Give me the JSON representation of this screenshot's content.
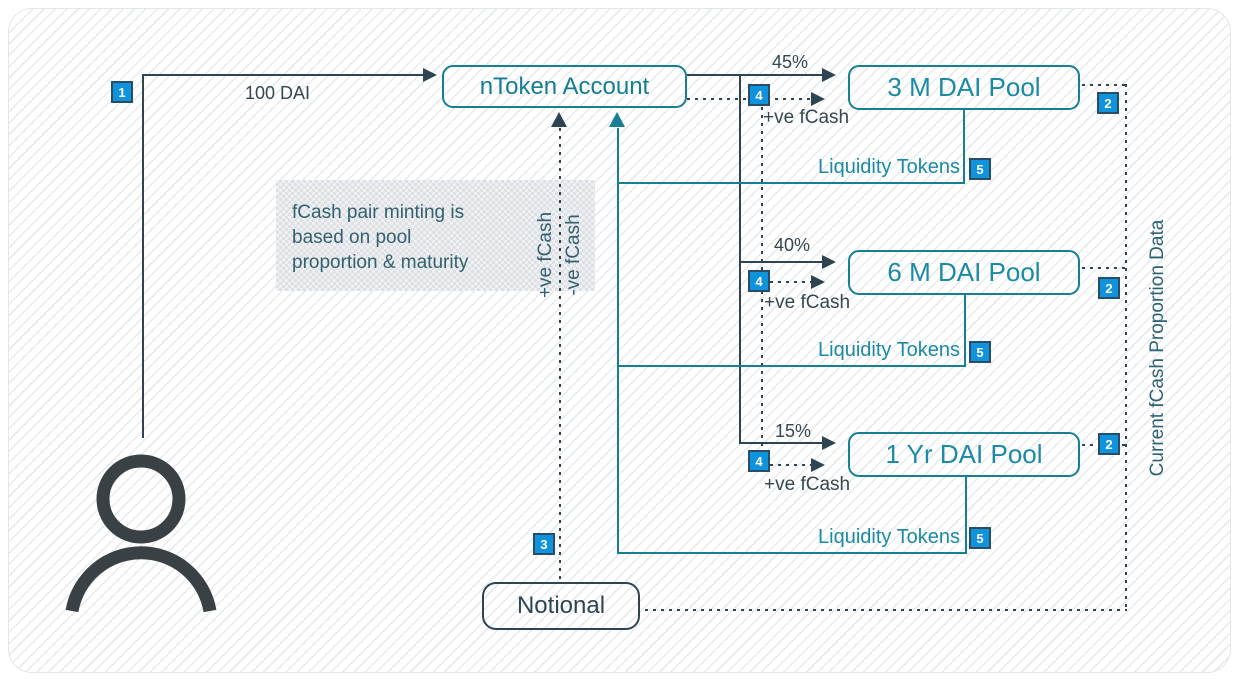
{
  "diagram": {
    "actor": {
      "badge": "1",
      "deposit_label": "100 DAI"
    },
    "ntoken": {
      "label": "nToken Account"
    },
    "notional": {
      "label": "Notional",
      "badge": "3"
    },
    "note": {
      "text": "fCash pair minting is\nbased on pool\nproportion & maturity"
    },
    "mint_flows": {
      "positive": "+ve fCash",
      "negative": "-ve fCash"
    },
    "right_axis_label": "Current fCash Proportion Data",
    "pools": [
      {
        "name": "3 M DAI Pool",
        "percent": "45%",
        "fcash_label": "+ve fCash",
        "liquidity_label": "Liquidity Tokens",
        "mint_badge": "4",
        "liquidity_badge": "5",
        "data_badge": "2"
      },
      {
        "name": "6 M DAI Pool",
        "percent": "40%",
        "fcash_label": "+ve fCash",
        "liquidity_label": "Liquidity Tokens",
        "mint_badge": "4",
        "liquidity_badge": "5",
        "data_badge": "2"
      },
      {
        "name": "1 Yr DAI Pool",
        "percent": "15%",
        "fcash_label": "+ve fCash",
        "liquidity_label": "Liquidity Tokens",
        "mint_badge": "4",
        "liquidity_badge": "5",
        "data_badge": "2"
      }
    ],
    "colors": {
      "teal": "#177f93",
      "pool_text": "#1b8aa5",
      "dark": "#2e4451",
      "badge_blue": "#0f93dd",
      "note_text": "#33606e"
    }
  }
}
